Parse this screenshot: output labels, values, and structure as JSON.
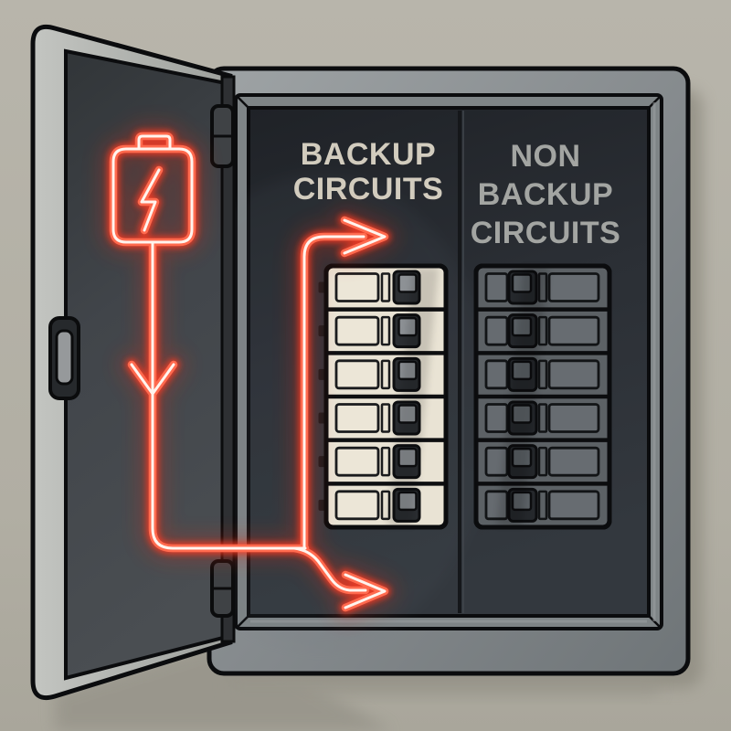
{
  "labels": {
    "backup_column": {
      "line1": "BACKUP",
      "line2": "CIRCUITS"
    },
    "non_backup_column": {
      "line1": "NON",
      "line2": "BACKUP",
      "line3": "CIRCUITS"
    }
  },
  "panel": {
    "columns": [
      {
        "id": "backup",
        "name": "backup-circuits-column",
        "breakers": [
          {
            "state": "on"
          },
          {
            "state": "on"
          },
          {
            "state": "on"
          },
          {
            "state": "on"
          },
          {
            "state": "on"
          },
          {
            "state": "on"
          }
        ]
      },
      {
        "id": "non_backup",
        "name": "non-backup-circuits-column",
        "breakers": [
          {
            "state": "on"
          },
          {
            "state": "on"
          },
          {
            "state": "on"
          },
          {
            "state": "on"
          },
          {
            "state": "on"
          },
          {
            "state": "on"
          }
        ]
      }
    ]
  },
  "icons": {
    "battery": "battery-icon",
    "bolt": "lightning-bolt-icon",
    "arrow_down": "arrow-down-icon",
    "arrow_top_right": "arrow-right-top-icon",
    "arrow_bottom_right": "arrow-right-bottom-icon"
  },
  "colors": {
    "neon_red": "#ff6a4e",
    "neon_core": "#fff3ec",
    "wall": "#b3b0a5",
    "panel_frame": "#868b8e",
    "panel_interior": "#282c31",
    "backup_breaker": "#e9e3d4",
    "non_backup_breaker": "#5c6165",
    "backup_label_text": "#d2ccbe",
    "non_backup_label_text": "#a3a5a2"
  }
}
